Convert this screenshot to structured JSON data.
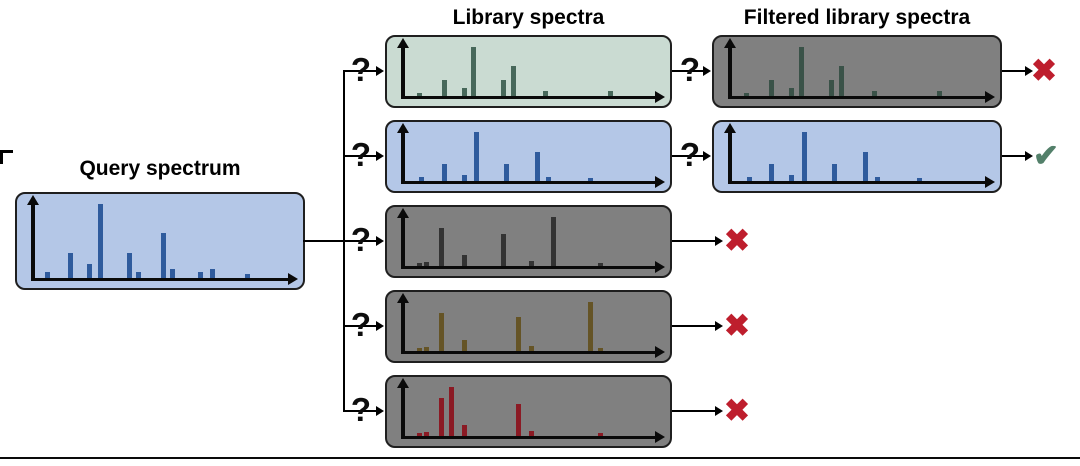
{
  "figure": {
    "query_title": "Query spectrum",
    "library_title": "Library spectra",
    "filtered_title": "Filtered library spectra",
    "question_mark": "?",
    "reject_symbol": "✖",
    "accept_symbol": "✔"
  },
  "results": {
    "reject_color": "#be1e2d",
    "accept_color": "#53806a",
    "outcomes_by_row": [
      "reject",
      "accept",
      "reject",
      "reject",
      "reject"
    ]
  },
  "colors": {
    "blue_panel_bg": "#b4c7e7",
    "blue_bar": "#2f5b9d",
    "green_panel_bg": "#cadbd2",
    "green_bar": "#47685a",
    "gray_panel_bg": "#808080",
    "dark_bar": "#333333",
    "olive_bar": "#655426",
    "red_bar": "#8b1a24",
    "line": "#000000"
  },
  "chart_data": [
    {
      "id": "query-spectrum",
      "type": "bar",
      "title": "Query spectrum",
      "panel_bg": "#b4c7e7",
      "bar_color": "#2f5b9d",
      "bars_format": "[x_percent_along_axis, height_percent_of_max]",
      "bars": [
        [
          3,
          7
        ],
        [
          12.5,
          34
        ],
        [
          20,
          18
        ],
        [
          24.5,
          100
        ],
        [
          36,
          34
        ],
        [
          39.5,
          8
        ],
        [
          49.5,
          60
        ],
        [
          53,
          11
        ],
        [
          64,
          7
        ],
        [
          69,
          12
        ],
        [
          83,
          5
        ]
      ]
    },
    {
      "id": "library-spectrum-1",
      "type": "bar",
      "panel_bg": "#cadbd2",
      "bar_color": "#47685a",
      "bars": [
        [
          4,
          6
        ],
        [
          14,
          31
        ],
        [
          22,
          15
        ],
        [
          26,
          100
        ],
        [
          38,
          33
        ],
        [
          42,
          60
        ],
        [
          55,
          10
        ],
        [
          81,
          10
        ]
      ]
    },
    {
      "id": "library-spectrum-2",
      "type": "bar",
      "panel_bg": "#b4c7e7",
      "bar_color": "#2f5b9d",
      "bars": [
        [
          5,
          7
        ],
        [
          14,
          34
        ],
        [
          22,
          12
        ],
        [
          27,
          100
        ],
        [
          39,
          34
        ],
        [
          51.5,
          58
        ],
        [
          56,
          8
        ],
        [
          73,
          6
        ]
      ]
    },
    {
      "id": "library-spectrum-3",
      "type": "bar",
      "panel_bg": "#808080",
      "bar_color": "#333333",
      "bars": [
        [
          4,
          6
        ],
        [
          7,
          8
        ],
        [
          13,
          78
        ],
        [
          22,
          22
        ],
        [
          38,
          66
        ],
        [
          49,
          10
        ],
        [
          58,
          100
        ],
        [
          77,
          6
        ]
      ]
    },
    {
      "id": "library-spectrum-4",
      "type": "bar",
      "panel_bg": "#808080",
      "bar_color": "#655426",
      "bars": [
        [
          4,
          6
        ],
        [
          7,
          8
        ],
        [
          13,
          78
        ],
        [
          22,
          22
        ],
        [
          44,
          70
        ],
        [
          49,
          10
        ],
        [
          73,
          100
        ],
        [
          77,
          6
        ]
      ]
    },
    {
      "id": "library-spectrum-5",
      "type": "bar",
      "panel_bg": "#808080",
      "bar_color": "#8b1a24",
      "bars": [
        [
          4,
          6
        ],
        [
          7,
          8
        ],
        [
          13,
          78
        ],
        [
          17,
          100
        ],
        [
          22,
          22
        ],
        [
          44,
          66
        ],
        [
          49,
          10
        ],
        [
          77,
          6
        ]
      ]
    },
    {
      "id": "filtered-library-spectrum-1",
      "type": "bar",
      "panel_bg": "#808080",
      "bar_color": "#3a5248",
      "bars": [
        [
          4,
          6
        ],
        [
          14,
          31
        ],
        [
          22,
          15
        ],
        [
          26,
          100
        ],
        [
          38,
          33
        ],
        [
          42,
          60
        ],
        [
          55,
          10
        ],
        [
          81,
          10
        ]
      ]
    },
    {
      "id": "filtered-library-spectrum-2",
      "type": "bar",
      "panel_bg": "#b4c7e7",
      "bar_color": "#2f5b9d",
      "bars": [
        [
          5,
          7
        ],
        [
          14,
          34
        ],
        [
          22,
          12
        ],
        [
          27,
          100
        ],
        [
          39,
          34
        ],
        [
          51.5,
          58
        ],
        [
          56,
          8
        ],
        [
          73,
          6
        ]
      ]
    }
  ]
}
